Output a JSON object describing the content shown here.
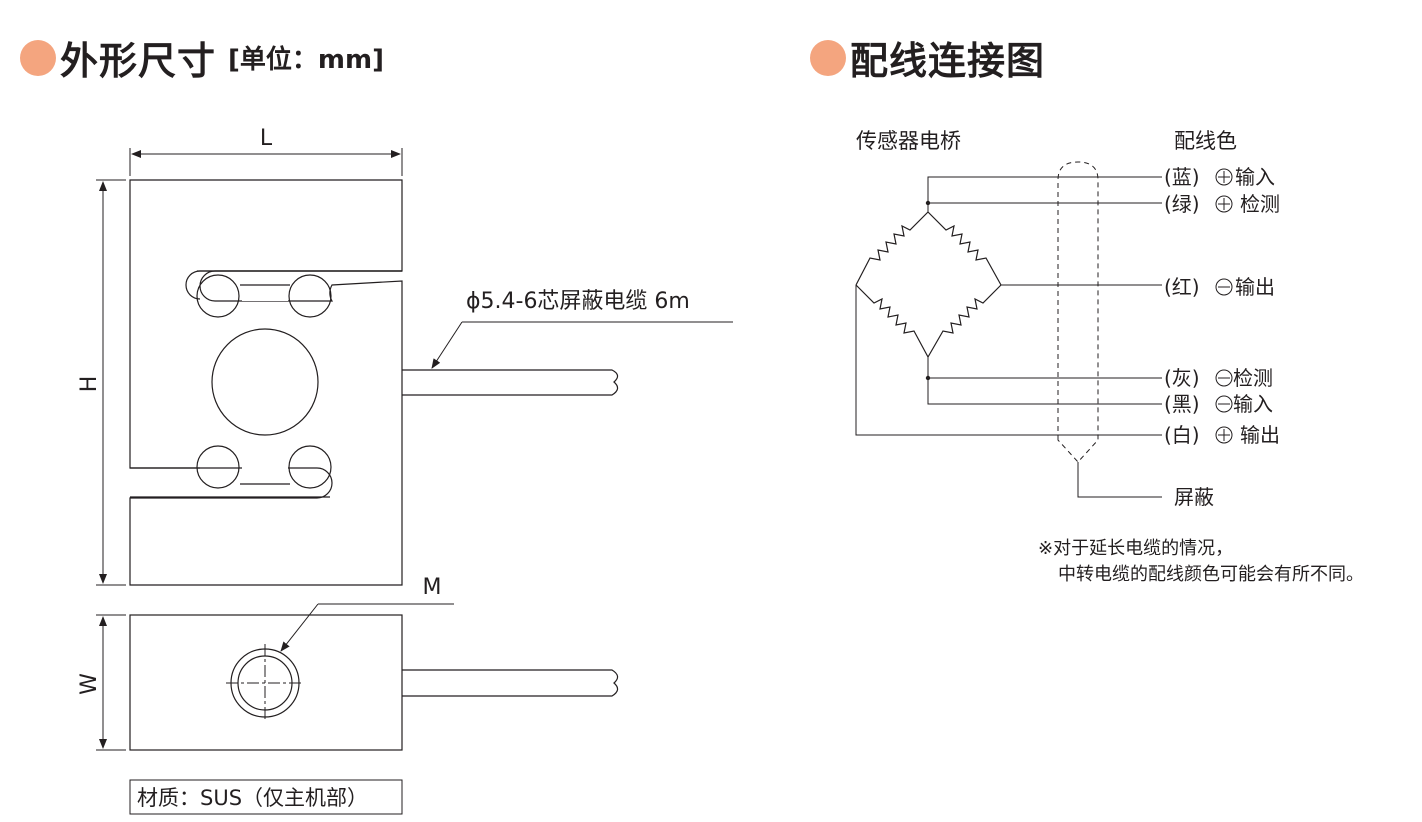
{
  "dimensions_section": {
    "title": "外形尺寸",
    "unit": "[单位：mm]",
    "label_L": "L",
    "label_H": "H",
    "label_W": "W",
    "label_M": "M",
    "cable_label": "ϕ5.4-6芯屏蔽电缆 6m",
    "material": "材质：SUS（仅主机部）"
  },
  "wiring_section": {
    "title": "配线连接图",
    "bridge_label": "传感器电桥",
    "color_header": "配线色",
    "wires": [
      {
        "color": "(蓝)",
        "sign": "plus",
        "function": "输入"
      },
      {
        "color": "(绿)",
        "sign": "plus",
        "function": "检测"
      },
      {
        "color": "(红)",
        "sign": "minus",
        "function": "输出"
      },
      {
        "color": "(灰)",
        "sign": "minus",
        "function": "检测"
      },
      {
        "color": "(黑)",
        "sign": "minus",
        "function": "输入"
      },
      {
        "color": "(白)",
        "sign": "plus",
        "function": "输出"
      }
    ],
    "shield_label": "屏蔽",
    "note_line1": "※对于延长电缆的情况，",
    "note_line2": "中转电缆的配线颜色可能会有所不同。"
  },
  "colors": {
    "accent_dot": "#f4a57f",
    "line": "#231f20"
  }
}
